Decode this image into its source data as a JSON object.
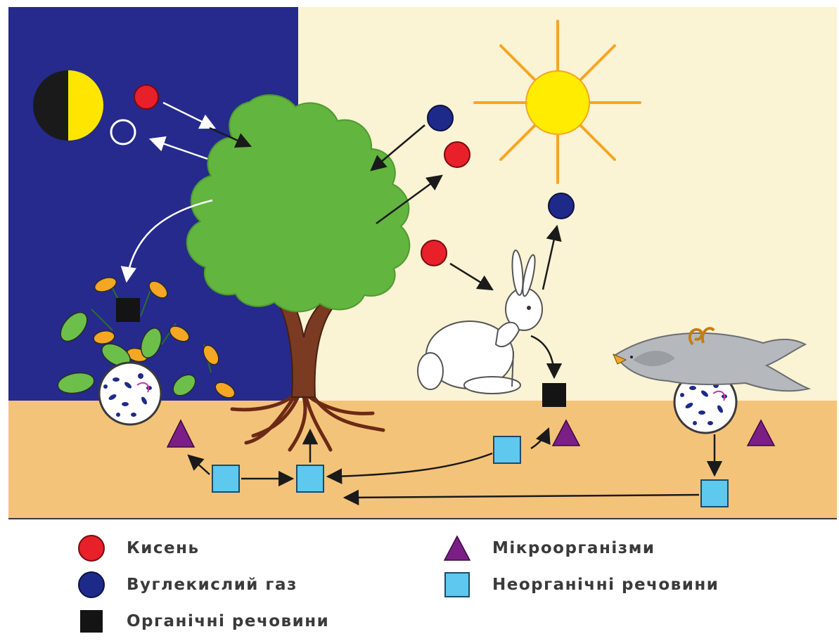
{
  "legend": {
    "oxygen": {
      "label": "Кисень",
      "color": "#e8202a"
    },
    "co2": {
      "label": "Вуглекислий газ",
      "color": "#1e2a8a"
    },
    "organic": {
      "label": "Органічні речовини",
      "color": "#141414"
    },
    "microorganisms": {
      "label": "Мікроорганізми",
      "color": "#7b1f86"
    },
    "inorganic": {
      "label": "Неорганічні речовини",
      "color": "#5ec8ef"
    }
  },
  "colors": {
    "night_sky": "#252a8c",
    "day_sky": "#faf3d4",
    "soil": "#f4c37a",
    "tree_leaves": "#62b53e",
    "sun": "#ffec00",
    "sun_rays": "#f5a623",
    "moon_light": "#ffe600",
    "moon_dark": "#1a1a1a"
  }
}
